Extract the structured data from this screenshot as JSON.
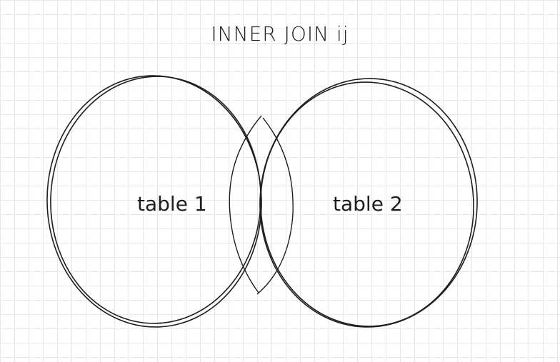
{
  "diagram": {
    "title": "INNER JOIN ij",
    "left_set_label": "table 1",
    "right_set_label": "table 2"
  },
  "colors": {
    "stroke": "#1e1e1e",
    "intersection_hatch": "#1971c2",
    "grid": "#e8e8e8",
    "background": "#ffffff"
  }
}
